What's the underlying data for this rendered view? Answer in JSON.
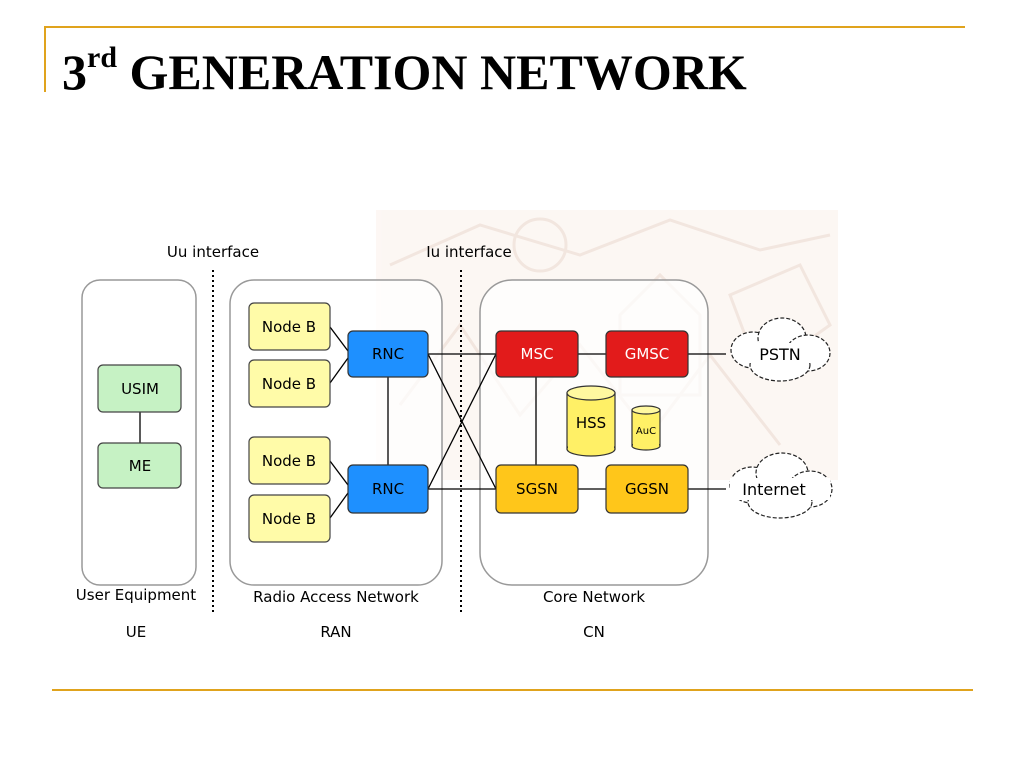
{
  "slide": {
    "title_main": "3",
    "title_sup": "rd",
    "title_rest": " GENERATION NETWORK",
    "accent_color": "#E0A31D"
  },
  "diagram": {
    "interfaces": {
      "uu": "Uu interface",
      "iu": "Iu interface"
    },
    "domains": {
      "ue": {
        "label": "User Equipment",
        "abbr": "UE"
      },
      "ran": {
        "label": "Radio Access Network",
        "abbr": "RAN"
      },
      "cn": {
        "label": "Core Network",
        "abbr": "CN"
      }
    },
    "ue_nodes": {
      "usim": "USIM",
      "me": "ME"
    },
    "ran_nodes": {
      "node_b_1": "Node B",
      "node_b_2": "Node B",
      "node_b_3": "Node B",
      "node_b_4": "Node B",
      "rnc_1": "RNC",
      "rnc_2": "RNC"
    },
    "cn_nodes": {
      "msc": "MSC",
      "gmsc": "GMSC",
      "hss": "HSS",
      "auc": "AuC",
      "sgsn": "SGSN",
      "ggsn": "GGSN"
    },
    "external": {
      "pstn": "PSTN",
      "internet": "Internet"
    },
    "colors": {
      "ue_node": "#C6F2C4",
      "node_b": "#FFFBA8",
      "rnc": "#1E90FF",
      "msc": "#E21B1B",
      "sgsn": "#FFC61A",
      "hss": "#FFF066"
    }
  }
}
